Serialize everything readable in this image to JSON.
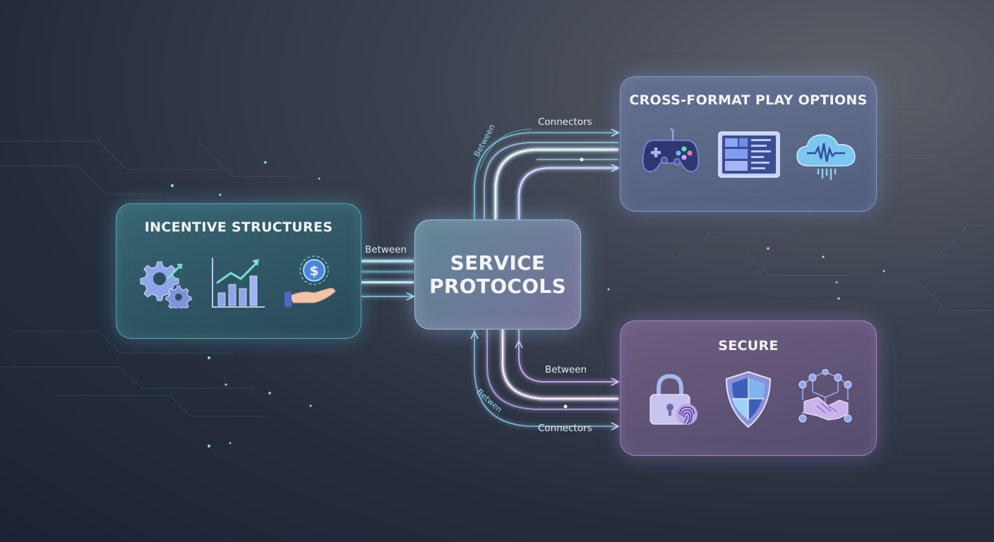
{
  "diagram": {
    "center": {
      "title_line1": "SERVICE",
      "title_line2": "PROTOCOLS"
    },
    "left": {
      "title": "INCENTIVE STRUCTURES"
    },
    "top_right": {
      "title": "CROSS-FORMAT PLAY OPTIONS"
    },
    "bottom_right": {
      "title": "SECURE"
    },
    "connector_labels": {
      "left_between": "Between",
      "top_connectors": "Connectors",
      "top_between_curved": "Between",
      "bottom_between": "Between",
      "bottom_connectors": "Connectors",
      "bottom_between_curved": "Betwen"
    }
  },
  "icons": {
    "left": [
      "gears-icon",
      "bar-chart-growth-icon",
      "coin-hand-icon"
    ],
    "top_right": [
      "gamepad-icon",
      "tablet-screen-icon",
      "cloud-audio-icon"
    ],
    "bottom_right": [
      "lock-fingerprint-icon",
      "shield-icon",
      "network-handshake-icon"
    ]
  },
  "colors": {
    "cyan_glow": "#7fe0f5",
    "violet_glow": "#c4a6f0",
    "blue_glow": "#8fb4ff"
  }
}
